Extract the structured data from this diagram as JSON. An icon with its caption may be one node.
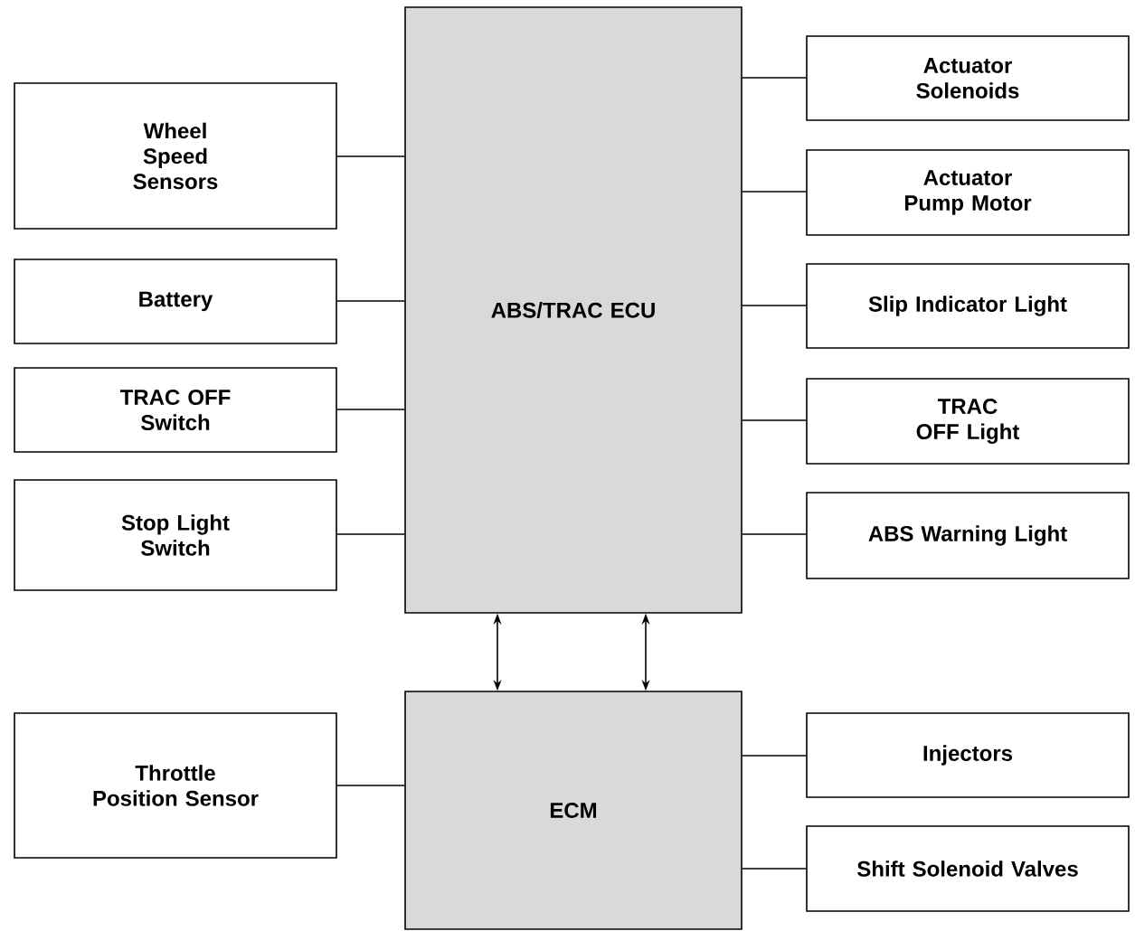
{
  "diagram": {
    "nodes": [
      {
        "text": [
          "ABS/TRAC ECU"
        ]
      },
      {
        "text": [
          "Wheel Speed Sensors"
        ]
      },
      {
        "text": [
          "Battery"
        ]
      },
      {
        "text": [
          "TRAC OFF Switch"
        ]
      },
      {
        "text": [
          "Stop Light Switch"
        ]
      },
      {
        "text": [
          "Actuator Solenoids"
        ]
      },
      {
        "text": [
          "Actuator Pump Motor"
        ]
      },
      {
        "text": [
          "Slip Indicator Light"
        ]
      },
      {
        "text": [
          "TRAC OFF Light"
        ]
      },
      {
        "text": [
          "ABS Warning Light"
        ]
      },
      {
        "text": [
          "ECM"
        ]
      },
      {
        "text": [
          "Throttle Position Sensor"
        ]
      },
      {
        "text": [
          "Injectors"
        ]
      },
      {
        "text": [
          "Shift Solenoid Valves"
        ]
      }
    ],
    "edges": [
      {
        "from": 1,
        "to": 0,
        "arrow": "none"
      },
      {
        "from": 2,
        "to": 0,
        "arrow": "none"
      },
      {
        "from": 3,
        "to": 0,
        "arrow": "none"
      },
      {
        "from": 4,
        "to": 0,
        "arrow": "none"
      },
      {
        "from": 0,
        "to": 5,
        "arrow": "none"
      },
      {
        "from": 0,
        "to": 6,
        "arrow": "none"
      },
      {
        "from": 0,
        "to": 7,
        "arrow": "none"
      },
      {
        "from": 0,
        "to": 8,
        "arrow": "none"
      },
      {
        "from": 0,
        "to": 9,
        "arrow": "none"
      },
      {
        "from": 0,
        "to": 10,
        "arrow": "both"
      },
      {
        "from": 0,
        "to": 10,
        "arrow": "both"
      },
      {
        "from": 11,
        "to": 10,
        "arrow": "none"
      },
      {
        "from": 10,
        "to": 12,
        "arrow": "none"
      },
      {
        "from": 10,
        "to": 13,
        "arrow": "none"
      }
    ]
  }
}
